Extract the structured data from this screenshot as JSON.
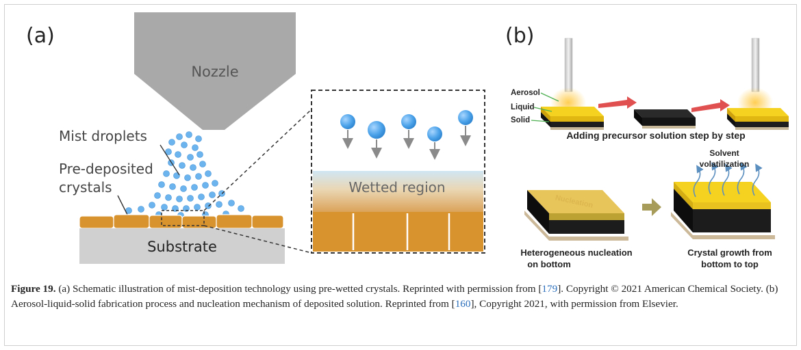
{
  "panel_a": {
    "label": "(a)",
    "nozzle": "Nozzle",
    "mist_droplets": "Mist droplets",
    "pre_deposited_line1": "Pre-deposited",
    "pre_deposited_line2": "crystals",
    "substrate": "Substrate",
    "wetted_region": "Wetted region"
  },
  "panel_b": {
    "label": "(b)",
    "aerosol": "Aerosol",
    "liquid": "Liquid",
    "solid": "Solid",
    "adding_step": "Adding precursor solution step by step",
    "nucleation_overlay": "Nucleation",
    "solvent_line1": "Solvent",
    "solvent_line2": "volatilization",
    "hetero_line1": "Heterogeneous nucleation",
    "hetero_line2": "on bottom",
    "growth_line1": "Crystal growth from",
    "growth_line2": "bottom to top"
  },
  "caption": {
    "figure_label": "Figure 19.",
    "text_1": " (a) Schematic illustration of mist-deposition technology using pre-wetted crystals. Reprinted with permission from [",
    "ref_1": "179",
    "text_2": "]. Copyright © 2021 American Chemical Society. (b) Aerosol-liquid-solid fabrication process and nucleation mechanism of deposited solution. Reprinted from [",
    "ref_2": "160",
    "text_3": "], Copyright 2021, with permission from Elsevier."
  },
  "colors": {
    "nozzle": "#a8a8a8",
    "droplet": "#5aa8e8",
    "crystal": "#d8922e",
    "substrate": "#d0d0d0",
    "film_yellow": "#f5d21f",
    "film_dark": "#1e1e1e",
    "arrow_red": "#e05050",
    "arrow_olive": "#a89c5a",
    "link": "#2a6ebb"
  }
}
